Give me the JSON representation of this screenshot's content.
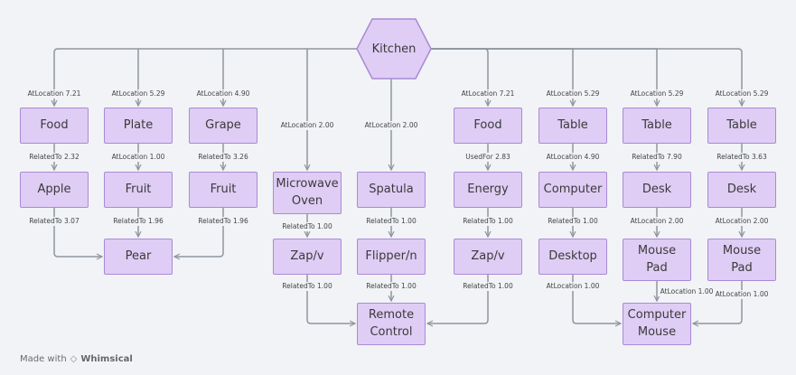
{
  "hub": {
    "label": "Kitchen"
  },
  "nodes": {
    "food_1": "Food",
    "plate": "Plate",
    "grape": "Grape",
    "apple": "Apple",
    "fruit_1": "Fruit",
    "fruit_2": "Fruit",
    "pear": "Pear",
    "microwave": "Microwave\nOven",
    "zap_1": "Zap/v",
    "spatula": "Spatula",
    "flipper": "Flipper/n",
    "remote": "Remote\nControl",
    "food_2": "Food",
    "energy": "Energy",
    "zap_2": "Zap/v",
    "table_1": "Table",
    "computer": "Computer",
    "desktop": "Desktop",
    "table_2": "Table",
    "desk_1": "Desk",
    "mousepad_1": "Mouse\nPad",
    "table_3": "Table",
    "desk_2": "Desk",
    "mousepad_2": "Mouse\nPad",
    "computer_mouse": "Computer\nMouse"
  },
  "edges": {
    "kitchen_food_1": "AtLocation 7.21",
    "kitchen_plate": "AtLocation 5.29",
    "kitchen_grape": "AtLocation 4.90",
    "kitchen_microwave": "AtLocation 2.00",
    "kitchen_spatula": "AtLocation 2.00",
    "kitchen_food_2": "AtLocation 7.21",
    "kitchen_table_1": "AtLocation 5.29",
    "kitchen_table_2": "AtLocation 5.29",
    "kitchen_table_3": "AtLocation 5.29",
    "food_apple": "RelatedTo 2.32",
    "plate_fruit": "AtLocation 1.00",
    "grape_fruit": "RelatedTo 3.26",
    "apple_pear": "RelatedTo 3.07",
    "fruit1_pear": "RelatedTo 1.96",
    "fruit2_pear": "RelatedTo 1.96",
    "microwave_zap": "RelatedTo 1.00",
    "zap1_remote": "RelatedTo 1.00",
    "spatula_flipper": "RelatedTo 1.00",
    "flipper_remote": "RelatedTo 1.00",
    "food_energy": "UsedFor 2.83",
    "energy_zap": "RelatedTo 1.00",
    "zap2_remote": "RelatedTo 1.00",
    "table_computer": "AtLocation 4.90",
    "computer_desktop": "RelatedTo 1.00",
    "desktop_mouse": "AtLocation 1.00",
    "table_desk_1": "RelatedTo 7.90",
    "desk_mousepad_1": "AtLocation 2.00",
    "mousepad1_mouse": "AtLocation 1.00",
    "table_desk_2": "RelatedTo 3.63",
    "desk_mousepad_2": "AtLocation 2.00",
    "mousepad2_mouse": "AtLocation 1.00"
  },
  "footer": {
    "made_with": "Made with",
    "brand": "Whimsical"
  }
}
